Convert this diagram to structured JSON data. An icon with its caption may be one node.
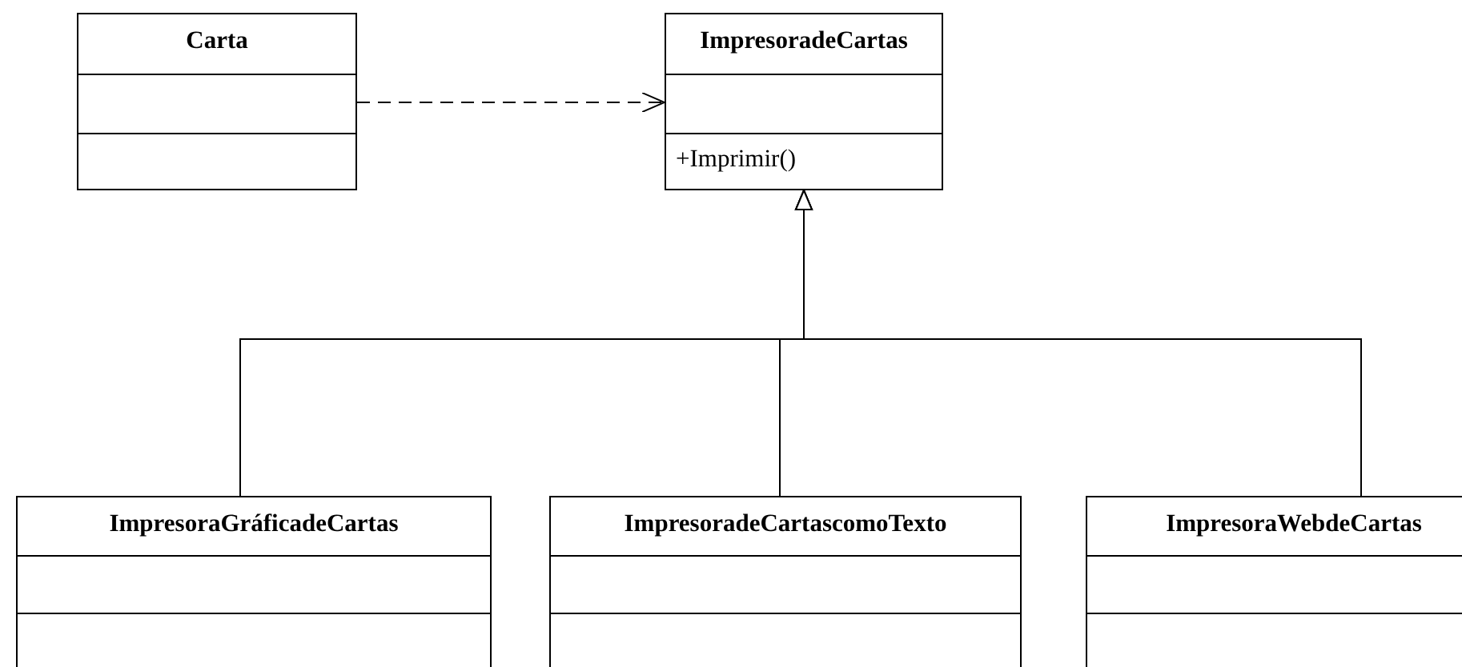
{
  "diagram": {
    "nodes": [
      {
        "text": [
          "Carta"
        ]
      },
      {
        "text": [
          "ImpresoradeCartas",
          "+Imprimir()"
        ]
      },
      {
        "text": [
          "ImpresoraGráficadeCartas"
        ]
      },
      {
        "text": [
          "ImpresoradeCartascomoTexto"
        ]
      },
      {
        "text": [
          "ImpresoraWebdeCartas"
        ]
      }
    ],
    "edges": [
      {
        "from": 0,
        "to": 1,
        "arrow": "to",
        "style": "dashed"
      },
      {
        "from": 2,
        "to": 1,
        "arrow": "to"
      },
      {
        "from": 3,
        "to": 1,
        "arrow": "to"
      },
      {
        "from": 4,
        "to": 1,
        "arrow": "to"
      }
    ]
  }
}
